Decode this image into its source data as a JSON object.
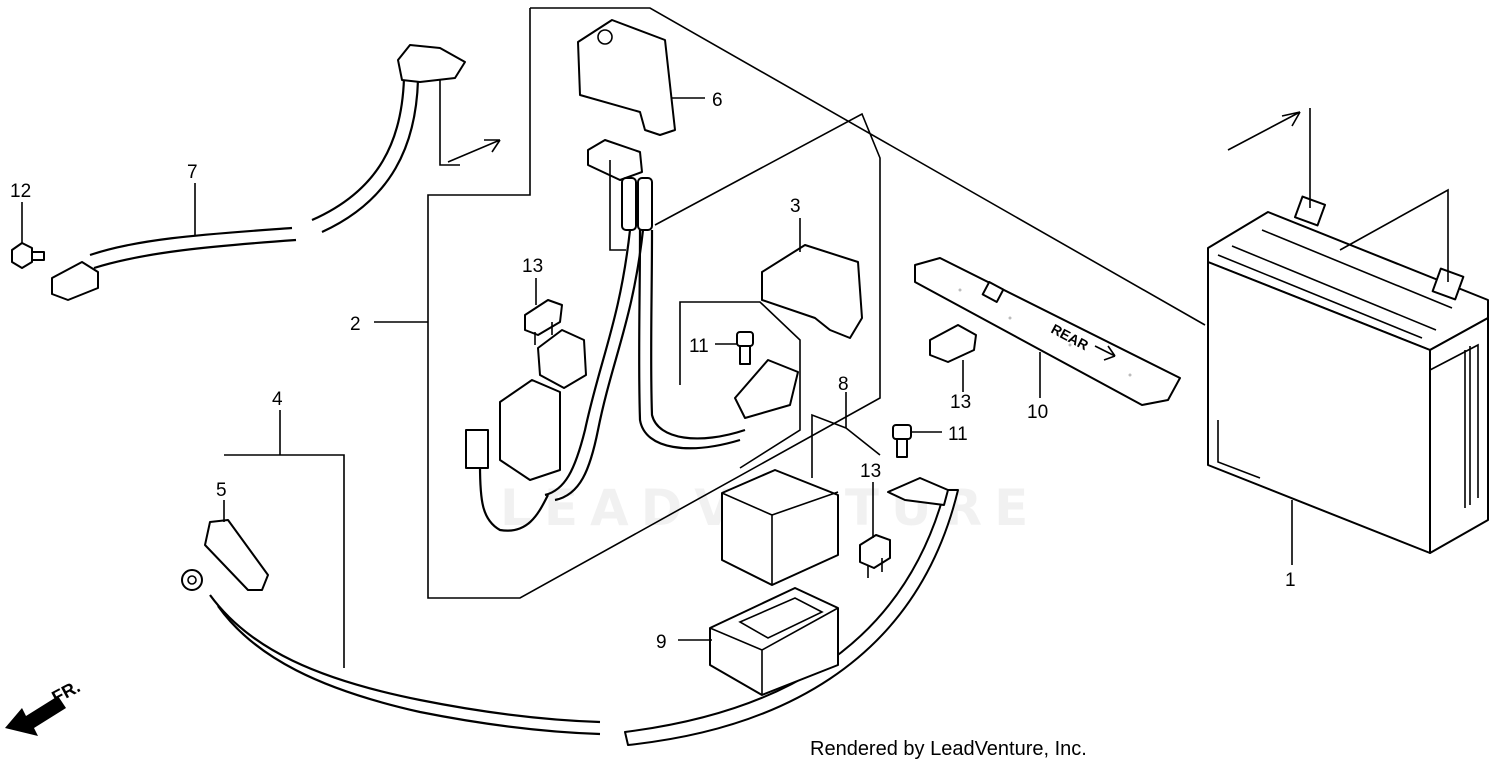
{
  "callouts": [
    {
      "id": "1",
      "label": "1"
    },
    {
      "id": "2",
      "label": "2"
    },
    {
      "id": "3",
      "label": "3"
    },
    {
      "id": "4",
      "label": "4"
    },
    {
      "id": "5",
      "label": "5"
    },
    {
      "id": "6",
      "label": "6"
    },
    {
      "id": "7",
      "label": "7"
    },
    {
      "id": "8",
      "label": "8"
    },
    {
      "id": "9",
      "label": "9"
    },
    {
      "id": "10",
      "label": "10"
    },
    {
      "id": "11a",
      "label": "11"
    },
    {
      "id": "11b",
      "label": "11"
    },
    {
      "id": "12",
      "label": "12"
    },
    {
      "id": "13a",
      "label": "13"
    },
    {
      "id": "13b",
      "label": "13"
    },
    {
      "id": "13c",
      "label": "13"
    }
  ],
  "front_marker": "FR.",
  "strap_text": "REAR",
  "watermark": "LEADVENTURE",
  "credit": "Rendered by LeadVenture, Inc."
}
